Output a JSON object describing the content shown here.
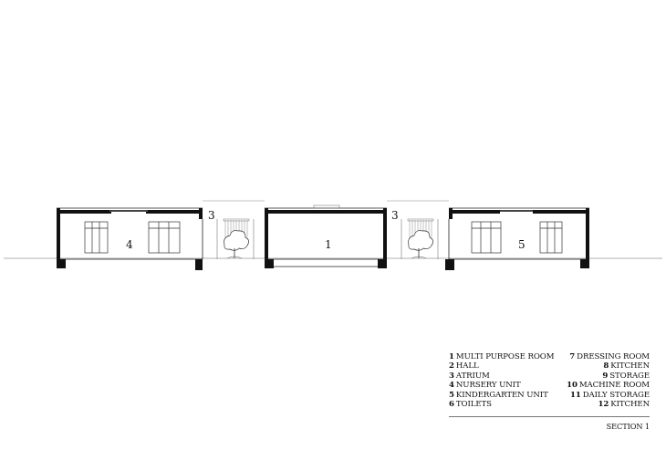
{
  "plan_labels": {
    "nursery": "4",
    "atrium_left": "3",
    "multi_purpose": "1",
    "atrium_right": "3",
    "kindergarten": "5"
  },
  "legend": {
    "left": [
      {
        "num": "1",
        "label": "MULTI PURPOSE ROOM"
      },
      {
        "num": "2",
        "label": "HALL"
      },
      {
        "num": "3",
        "label": "ATRIUM"
      },
      {
        "num": "4",
        "label": "NURSERY UNIT"
      },
      {
        "num": "5",
        "label": "KINDERGARTEN UNIT"
      },
      {
        "num": "6",
        "label": "TOILETS"
      }
    ],
    "right": [
      {
        "num": "7",
        "label": "DRESSING ROOM"
      },
      {
        "num": "8",
        "label": "KITCHEN"
      },
      {
        "num": "9",
        "label": "STORAGE"
      },
      {
        "num": "10",
        "label": "MACHINE ROOM"
      },
      {
        "num": "11",
        "label": "DAILY STORAGE"
      },
      {
        "num": "12",
        "label": "KITCHEN"
      }
    ],
    "section_title": "SECTION 1"
  }
}
